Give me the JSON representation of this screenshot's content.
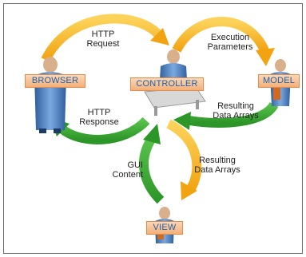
{
  "nodes": {
    "browser": "BROWSER",
    "controller": "CONTROLLER",
    "model": "MODEL",
    "view": "VIEW"
  },
  "edges": {
    "http_request": [
      "HTTP",
      "Request"
    ],
    "execution_parameters": [
      "Execution",
      "Parameters"
    ],
    "resulting_data_arrays_model": [
      "Resulting",
      "Data Arrays"
    ],
    "http_response": [
      "HTTP",
      "Response"
    ],
    "resulting_data_arrays_view": [
      "Resulting",
      "Data Arrays"
    ],
    "gui_content": [
      "GUI",
      "Content"
    ]
  },
  "colors": {
    "request_arrow": "#f9b71c",
    "response_arrow": "#3eae3a",
    "node_border": "#e38b4a",
    "node_text": "#1f5fa8",
    "figure_body": "#4a7ec2"
  }
}
